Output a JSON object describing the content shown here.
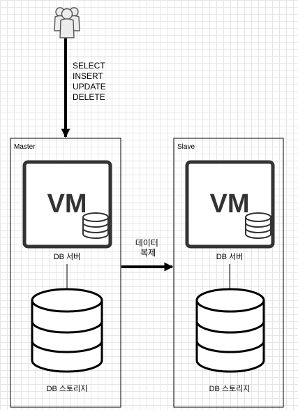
{
  "user": {
    "icon": "users-icon"
  },
  "queries": {
    "lines": [
      "SELECT",
      "INSERT",
      "UPDATE",
      "DELETE"
    ]
  },
  "master": {
    "title": "Master",
    "vm_label": "VM",
    "server_label": "DB 서버",
    "storage_label": "DB 스토리지"
  },
  "replication": {
    "lines": [
      "데이터",
      "복제"
    ]
  },
  "slave": {
    "title": "Slave",
    "vm_label": "VM",
    "server_label": "DB 서버",
    "storage_label": "DB 스토리지"
  },
  "colors": {
    "stroke": "#000000",
    "vm_border": "#333333",
    "icon_gray": "#e6e6e6"
  }
}
